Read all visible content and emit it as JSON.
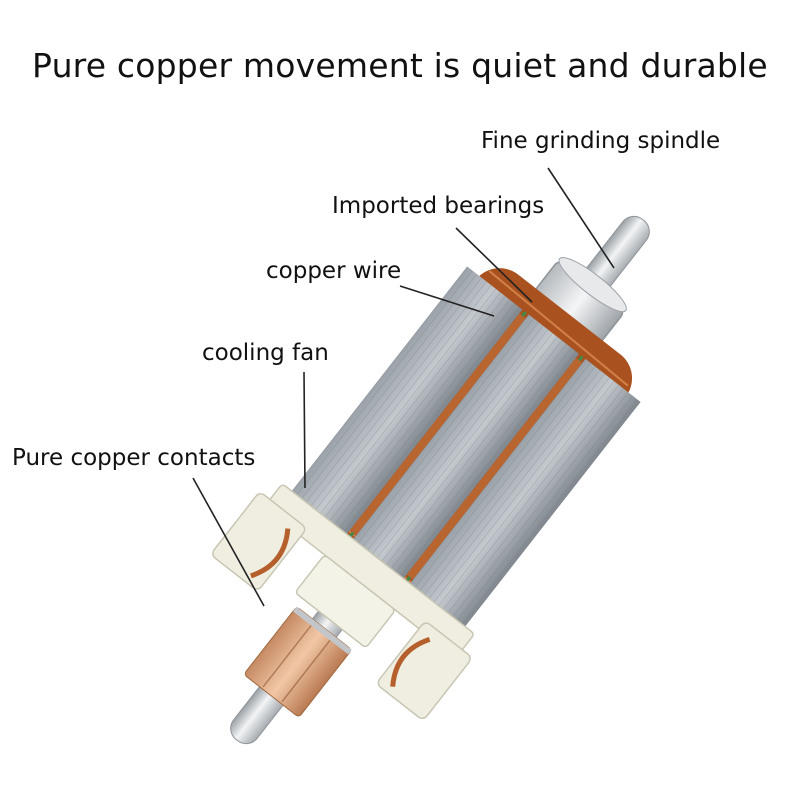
{
  "title": "Pure copper movement is quiet and durable",
  "callouts": {
    "spindle": "Fine grinding spindle",
    "bearings": "Imported bearings",
    "copper_wire": "copper wire",
    "cooling_fan": "cooling fan",
    "contacts": "Pure copper contacts"
  },
  "colors": {
    "lamination": "#8d949b",
    "copper": "#b5602c",
    "plastic": "#efeee0",
    "commutator": "#d9a37a",
    "shaft": "#d9dcdf"
  }
}
